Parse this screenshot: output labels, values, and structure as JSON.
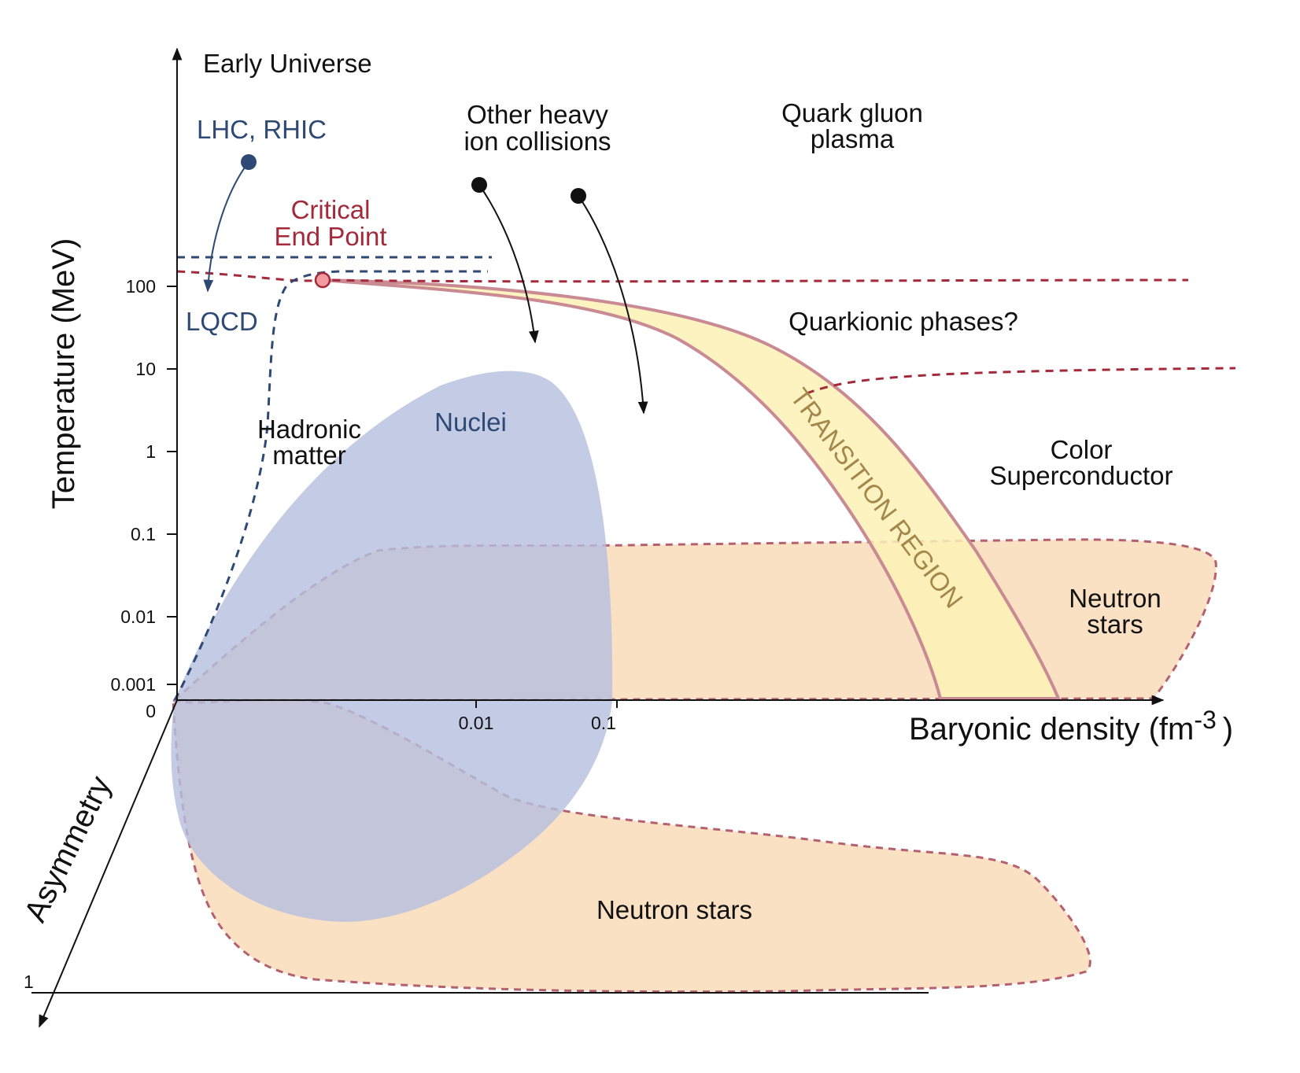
{
  "colors": {
    "nuclei_fill": "#c3cae3",
    "neutron_fill": "#fbe1c4",
    "transition_fill": "#fbf1b6",
    "transition_edge": "#c98a94",
    "dashed_red": "#a32a3a",
    "dashed_blue": "#2e4a74",
    "critical_point_fill": "#f29b9e",
    "text_blue": "#2e4a74",
    "text_red": "#a32a3a",
    "text_gold": "#a4874a"
  },
  "axes": {
    "y_label": "Temperature (MeV)",
    "y_top_label": "Early Universe",
    "y_ticks": [
      "100",
      "10",
      "1",
      "0.1",
      "0.01",
      "0.001",
      "0"
    ],
    "x_label": "Baryonic density (fm",
    "x_label_exp": "-3",
    "x_label_close": ")",
    "x_ticks": [
      "0.01",
      "0.1"
    ],
    "z_label": "Asymmetry",
    "z_tick": "1"
  },
  "labels": {
    "lhc": "LHC, RHIC",
    "lqcd": "LQCD",
    "critical_1": "Critical",
    "critical_2": "End Point",
    "other_heavy_1": "Other heavy",
    "other_heavy_2": "ion collisions",
    "qgp_1": "Quark gluon",
    "qgp_2": "plasma",
    "quarkionic": "Quarkionic phases?",
    "hadronic_1": "Hadronic",
    "hadronic_2": "matter",
    "nuclei": "Nuclei",
    "transition": "TRANSITION REGION",
    "color_sc_1": "Color",
    "color_sc_2": "Superconductor",
    "neutron_1": "Neutron",
    "neutron_2": "stars",
    "neutron_bottom": "Neutron stars"
  }
}
